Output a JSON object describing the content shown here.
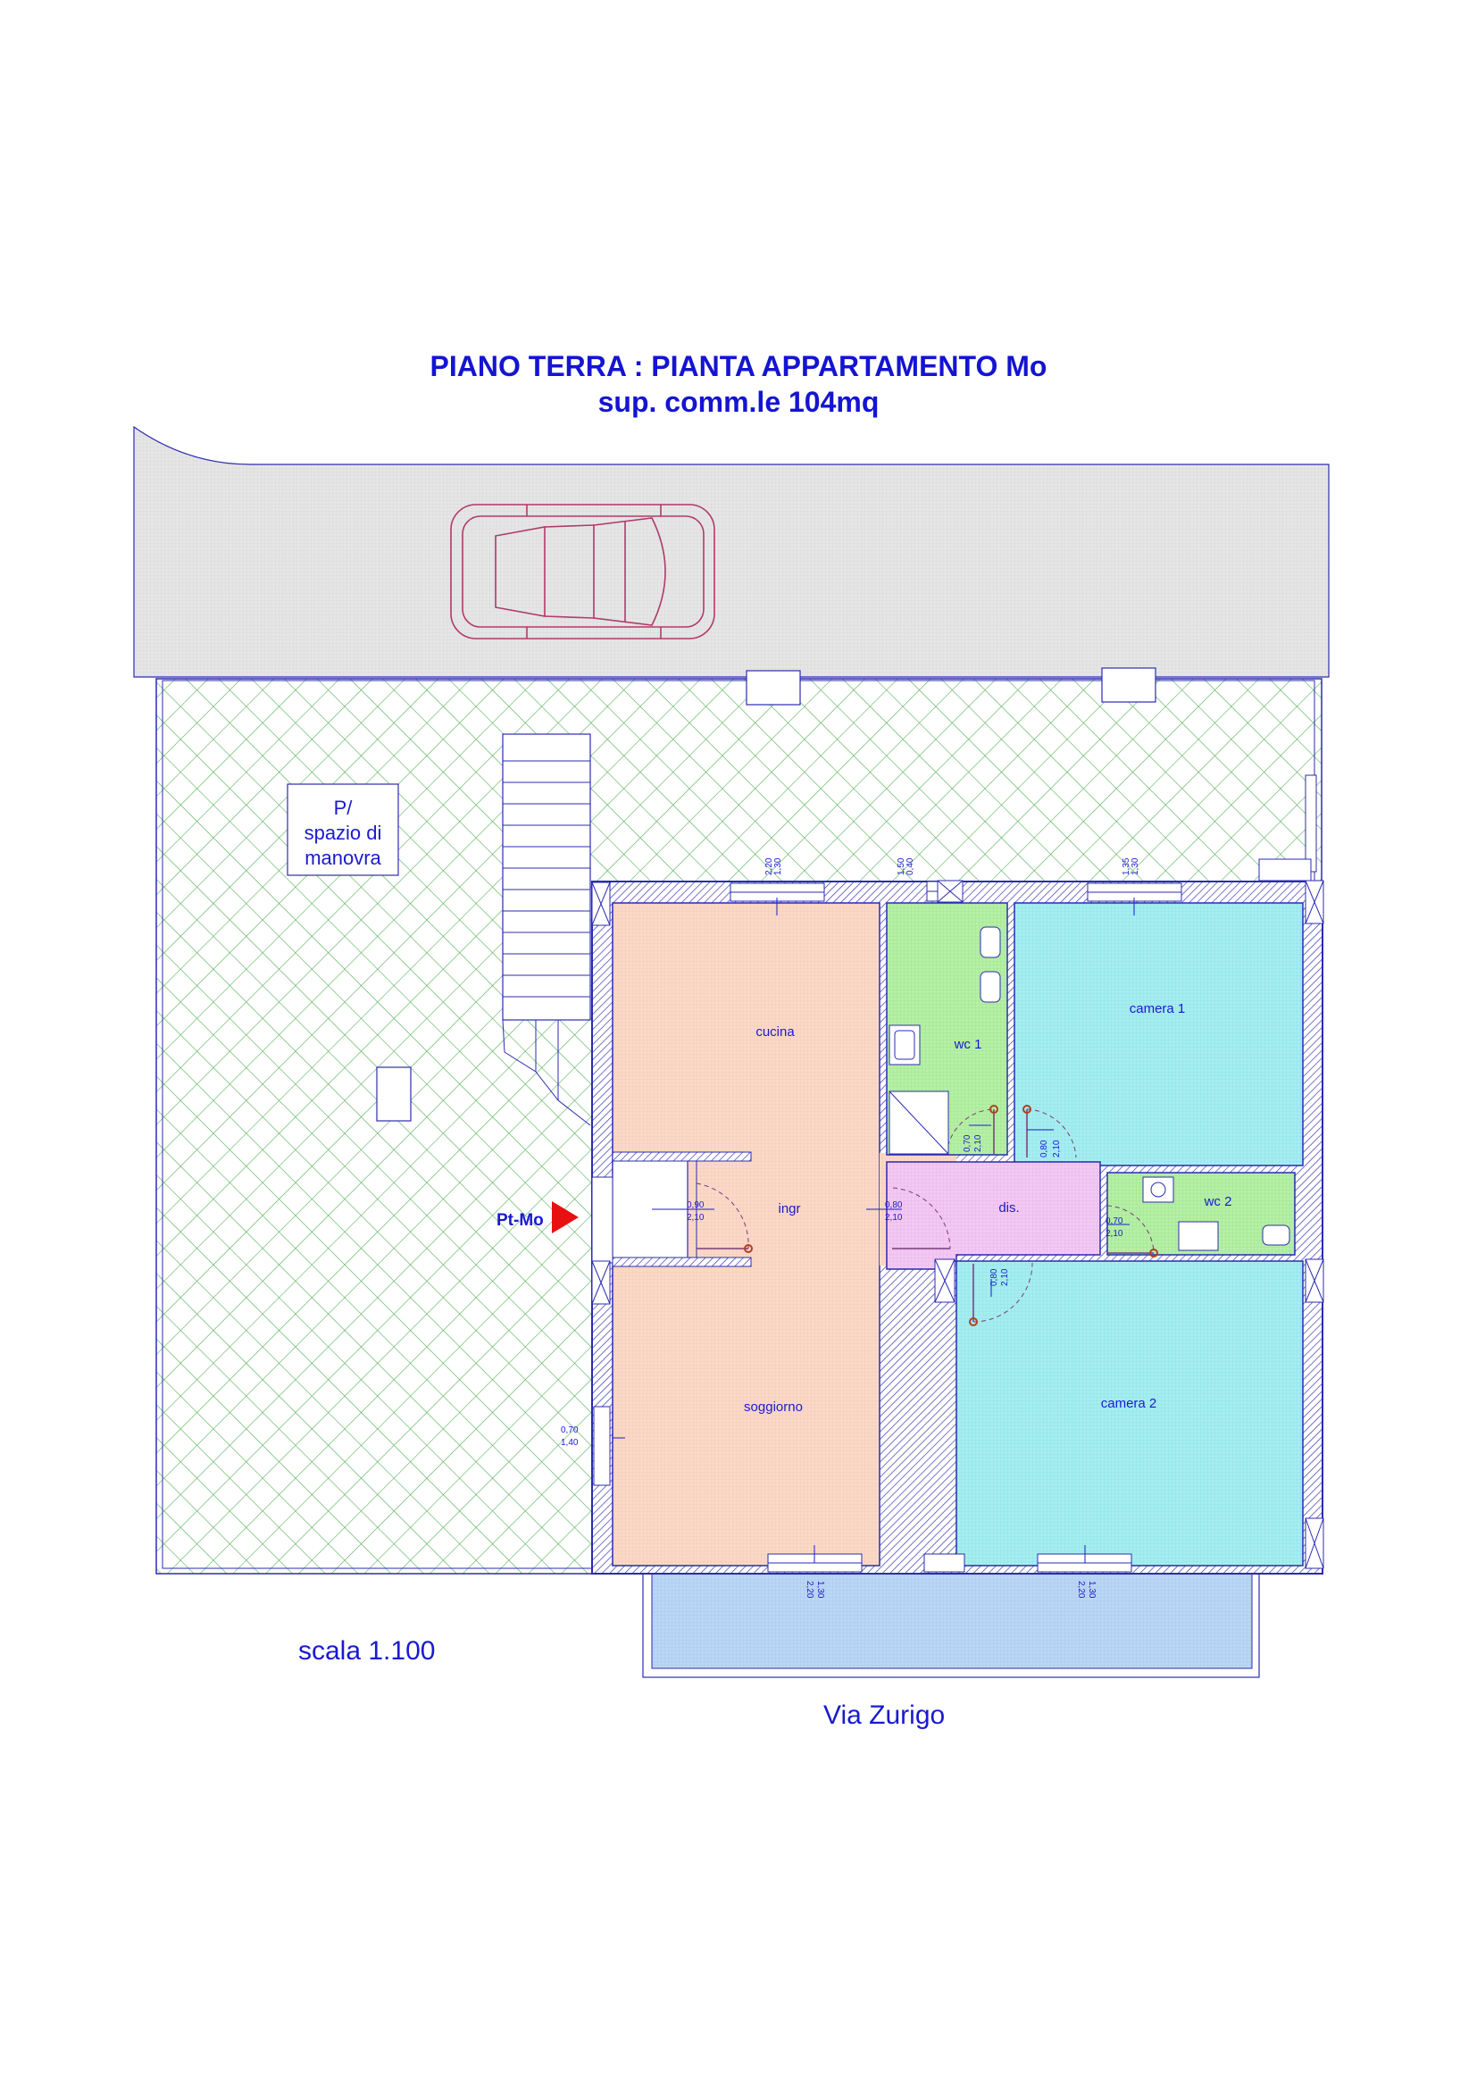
{
  "title": "PIANO TERRA : PIANTA APPARTAMENTO Mo",
  "subtitle": "sup. comm.le 104mq",
  "parking_label": [
    "P/",
    "spazio di",
    "manovra"
  ],
  "entrance_marker": "Pt-Mo",
  "scale": "scala 1.100",
  "street": "Via Zurigo",
  "rooms": {
    "cucina": "cucina",
    "ingr": "ingr",
    "soggiorno": "soggiorno",
    "wc1": "wc 1",
    "wc2": "wc 2",
    "dis": "dis.",
    "camera1": "camera 1",
    "camera2": "camera 2"
  },
  "dims": {
    "win_cucina": [
      "1,30",
      "2,20"
    ],
    "win_wc1": [
      "0,40",
      "1,50"
    ],
    "win_camera1": [
      "1,30",
      "1,35"
    ],
    "door_ingr": [
      "0,90",
      "2,10"
    ],
    "door_cucina": [
      "0,80",
      "2,10"
    ],
    "door_wc1": [
      "0,70",
      "2,10"
    ],
    "door_camera1": [
      "0,80",
      "2,10"
    ],
    "door_wc2": [
      "0,70",
      "2,10"
    ],
    "door_camera2": [
      "0,80",
      "2,10"
    ],
    "win_soggiorno_side": [
      "0,70",
      "1,40"
    ],
    "win_soggiorno_bottom": [
      "1,30",
      "2,20"
    ],
    "win_camera2_bottom": [
      "1,30",
      "2,20"
    ]
  },
  "colors": {
    "text": "#1a1ad0",
    "wall_outline": "#2b2bb0",
    "garden_hatch": "#48a848",
    "cucina_fill": "#fbd9c8",
    "bath_fill": "#b6f0a6",
    "bedroom_fill": "#a6eef0",
    "dis_fill": "#f3c9f3",
    "balcony_fill": "#bcd6f6",
    "driveway_fill": "#e4e4e4",
    "car_stroke": "#b03a6a",
    "marker": "#e81010"
  }
}
